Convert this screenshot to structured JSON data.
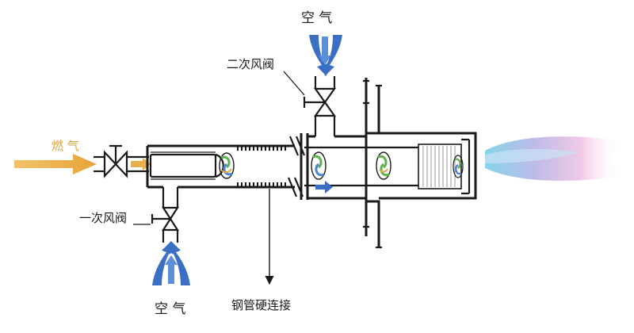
{
  "labels": {
    "air_top": "空 气",
    "air_bottom": "空 气",
    "fuel": "燃 气",
    "secondary_damper": "二次风阀",
    "primary_damper": "一次风阀",
    "steel_pipe": "钢管硬连接"
  },
  "colors": {
    "air_arrow": "#3a6fc4",
    "fuel_arrow": "#e8b04a",
    "flow_arrow": "#3a6fc4",
    "swirl_green": "#5fb04f",
    "swirl_blue": "#4a86d0",
    "swirl_orange": "#e3a640",
    "line": "#1a1a1a"
  },
  "icons": {
    "valve": "butterfly-valve-icon",
    "swirler": "swirl-vane-icon",
    "flame": "flame-icon"
  }
}
